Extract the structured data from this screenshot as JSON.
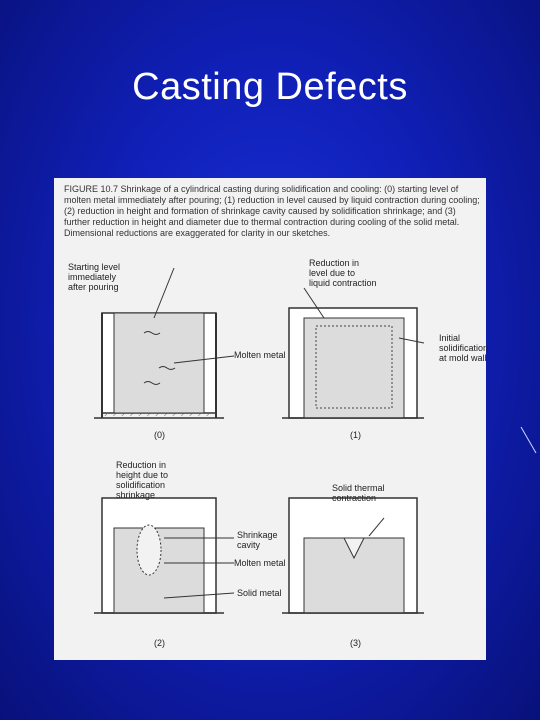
{
  "slide": {
    "title": "Casting Defects"
  },
  "figure": {
    "caption": "FIGURE 10.7 Shrinkage of a cylindrical casting during solidification and cooling: (0) starting level of molten metal immediately after pouring; (1) reduction in level caused by liquid contraction during cooling; (2) reduction in height and formation of shrinkage cavity caused by solidification shrinkage; and (3) further reduction in height and diameter due to thermal contraction during cooling of the solid metal. Dimensional reductions are exaggerated for clarity in our sketches.",
    "labels": {
      "starting_level": "Starting level\nimmediately\nafter pouring",
      "reduction_liquid": "Reduction in\nlevel due to\nliquid contraction",
      "initial_solidification": "Initial\nsolidification\nat mold wall",
      "molten_metal_0": "Molten metal",
      "reduction_solidification": "Reduction in\nheight due to\nsolidification\nshrinkage",
      "solid_thermal": "Solid thermal\ncontraction",
      "shrinkage_cavity": "Shrinkage\ncavity",
      "molten_metal_2": "Molten metal",
      "solid_metal": "Solid metal"
    },
    "subfigures": [
      "(0)",
      "(1)",
      "(2)",
      "(3)"
    ]
  }
}
